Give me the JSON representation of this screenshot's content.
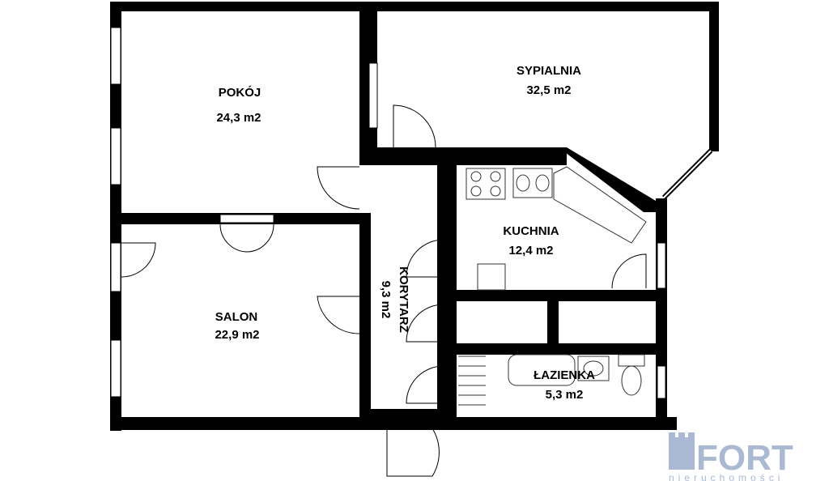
{
  "rooms": {
    "pokoj": {
      "name": "POKÓJ",
      "area": "24,3 m2"
    },
    "sypialnia": {
      "name": "SYPIALNIA",
      "area": "32,5 m2"
    },
    "kuchnia": {
      "name": "KUCHNIA",
      "area": "12,4 m2"
    },
    "salon": {
      "name": "SALON",
      "area": "22,9 m2"
    },
    "korytarz": {
      "name": "KORYTARZ",
      "area": "9,3 m2"
    },
    "lazienka": {
      "name": "ŁAZIENKA",
      "area": "5,3 m2"
    }
  },
  "logo": {
    "brand": "FORT",
    "subtitle": "nieruchomości",
    "color": "#a9b8d3"
  },
  "colors": {
    "wall": "#000000",
    "background": "#ffffff",
    "fixture_stroke": "#333333"
  }
}
